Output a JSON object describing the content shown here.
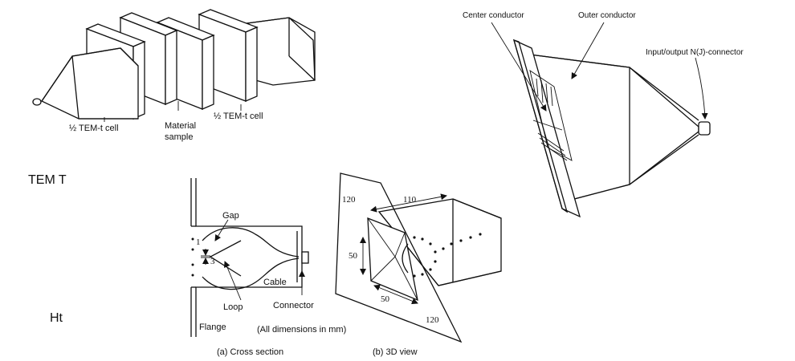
{
  "figure": {
    "tem_t": {
      "half_cell_left": "½ TEM-t cell",
      "half_cell_right": "½ TEM-t cell",
      "material_sample_line1": "Material",
      "material_sample_line2": "sample",
      "side_label": "TEM T"
    },
    "horn": {
      "center_conductor": "Center  conductor",
      "outer_conductor": "Outer conductor",
      "connector": "Input/output N(J)-connector"
    },
    "ht": {
      "side_label": "Ht",
      "gap": "Gap",
      "loop": "Loop",
      "cable": "Cable",
      "connector": "Connector",
      "flange": "Flange",
      "dim_1": "1",
      "dim_3": "3",
      "all_dims": "(All dimensions in mm)",
      "caption_a": "(a) Cross section",
      "caption_b": "(b) 3D view",
      "dim_120_left": "120",
      "dim_110": "110",
      "dim_50_vertical": "50",
      "dim_50_bottom": "50",
      "dim_120_bottom": "120"
    }
  }
}
